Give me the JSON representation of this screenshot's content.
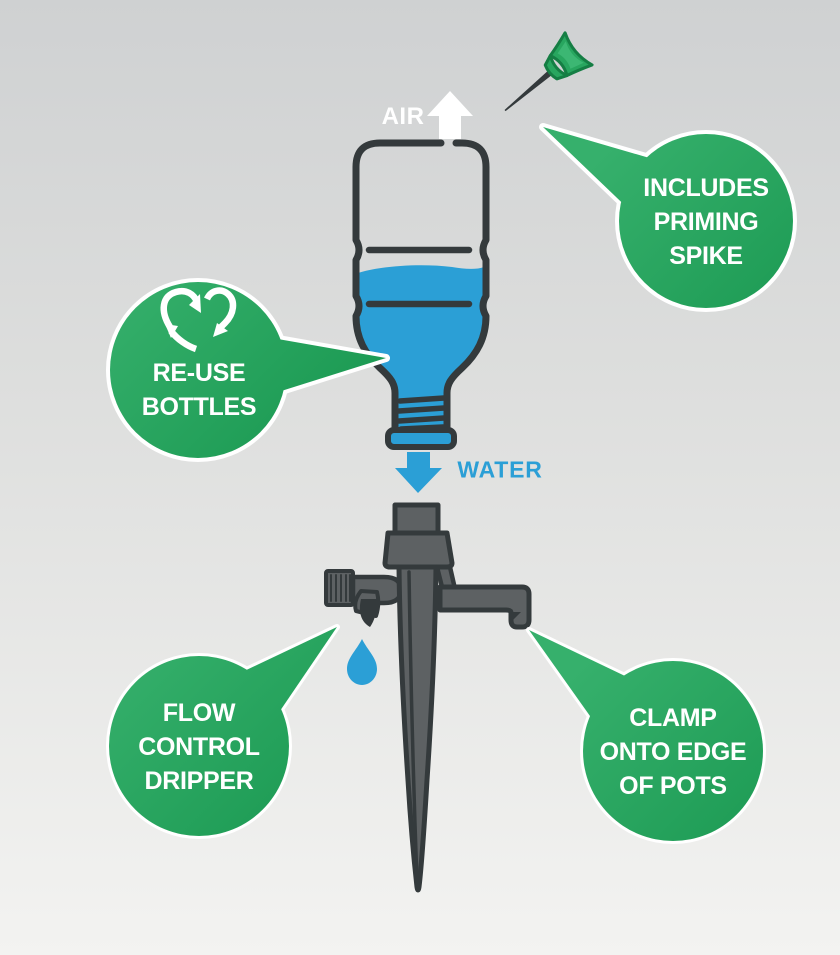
{
  "flow_labels": {
    "air": "AIR",
    "water": "WATER"
  },
  "callouts": {
    "priming_spike": {
      "text": "INCLUDES\nPRIMING\nSPIKE",
      "icon": "pushpin-icon"
    },
    "reuse_bottles": {
      "text": "RE-USE\nBOTTLES",
      "icon": "recycle-heart-icon"
    },
    "flow_control": {
      "text": "FLOW\nCONTROL\nDRIPPER"
    },
    "clamp_pots": {
      "text": "CLAMP\nONTO EDGE\nOF POTS"
    }
  },
  "colors": {
    "green": "#23a45e",
    "green_light": "#36b06c",
    "green_dark": "#1d9b54",
    "blue": "#2b9fd6",
    "outline": "#343a3c",
    "gray": "#5d6163",
    "gray_dark": "#43474a",
    "pin_green": "#28a65f",
    "pin_green_light": "#3cb773",
    "pin_green_dark": "#157e44",
    "bg_top": "#cfd1d2",
    "bg_bottom": "#f3f3f1"
  }
}
